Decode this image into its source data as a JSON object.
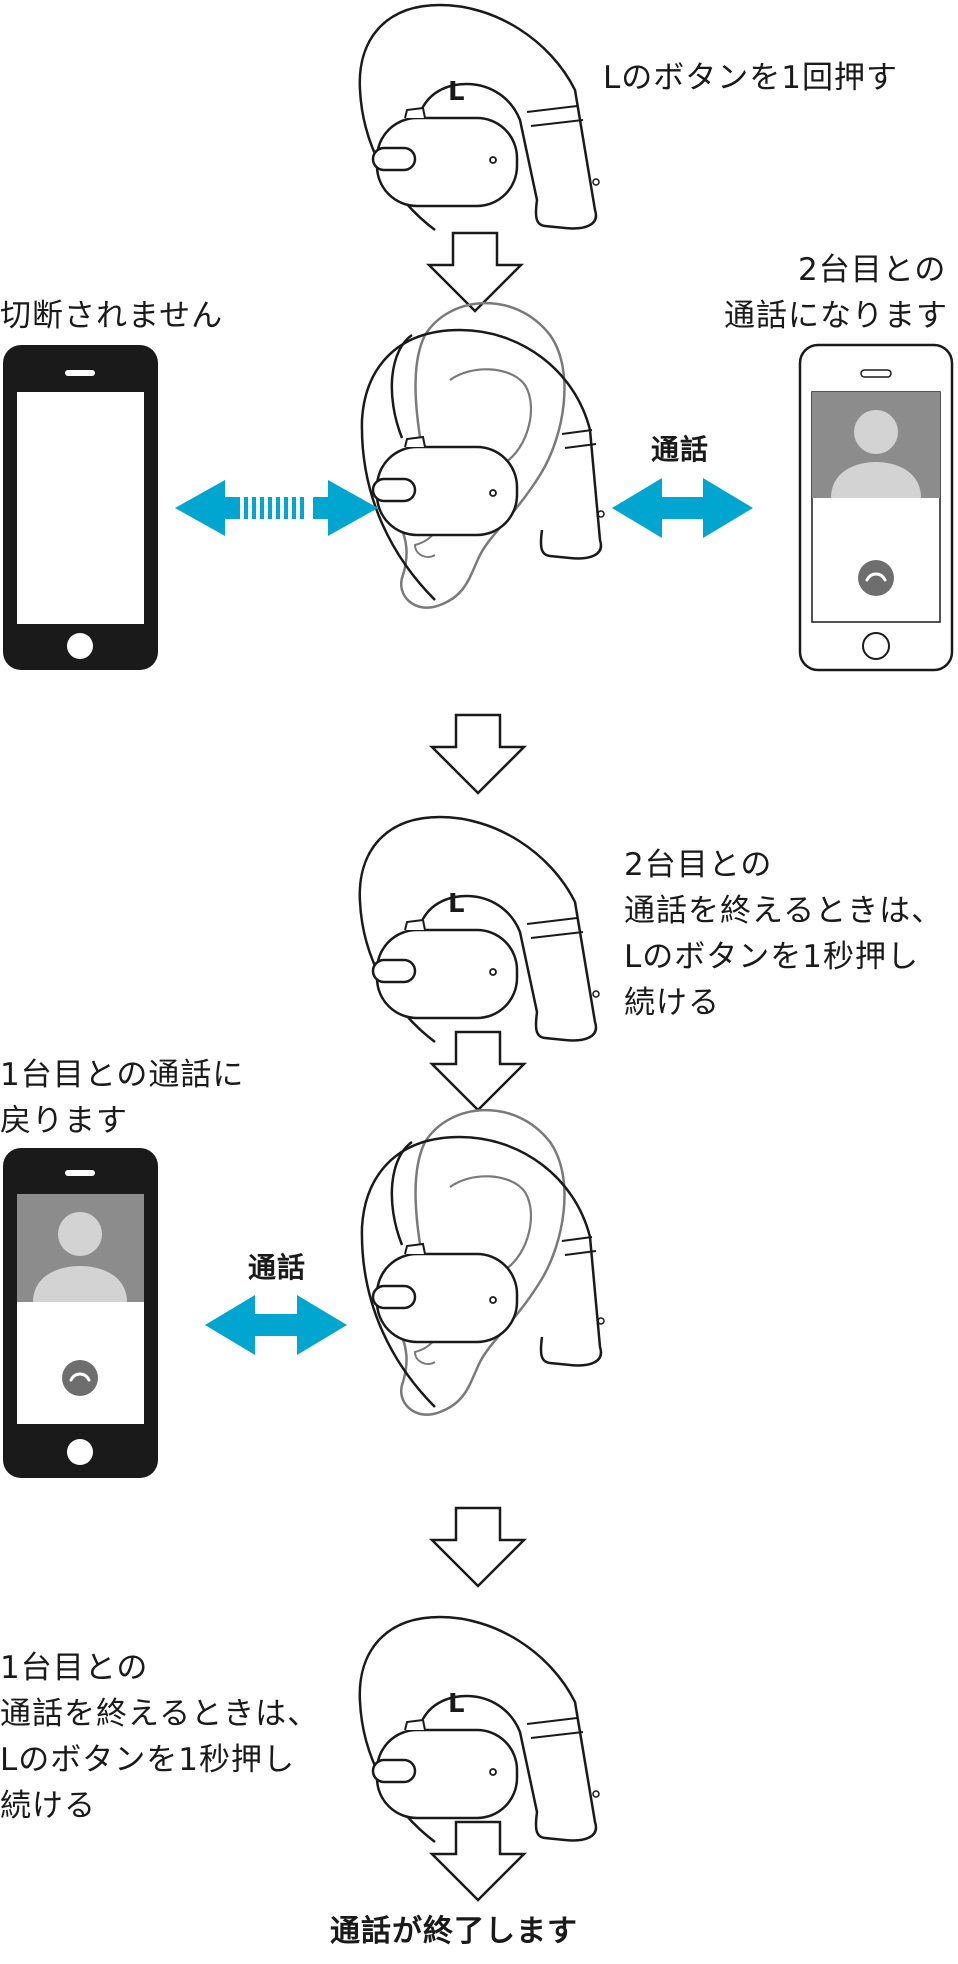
{
  "steps": {
    "press_once": "Lのボタンを1回押す",
    "not_disconnected": "切断されません",
    "second_call_line1": "2台目との",
    "second_call_line2": "通話になります",
    "call_label_1": "通話",
    "end_second_1": "2台目との",
    "end_second_2": "通話を終えるときは、",
    "end_second_3": "Lのボタンを1秒押し",
    "end_second_4": "続ける",
    "back_first_1": "1台目との通話に",
    "back_first_2": "戻ります",
    "call_label_2": "通話",
    "end_first_1": "1台目との",
    "end_first_2": "通話を終えるときは、",
    "end_first_3": "Lのボタンを1秒押し",
    "end_first_4": "続ける",
    "final": "通話が終了します"
  },
  "earbud_label": "L",
  "colors": {
    "accent": "#00a6cf",
    "line": "#1a1a1a",
    "ear": "#7a7a7a",
    "avatar_bg": "#8c8c8c",
    "avatar_fg": "#d3d3d3"
  },
  "icons": [
    "earbud-icon",
    "ear-icon",
    "smartphone-icon",
    "down-arrow-icon",
    "double-arrow-icon",
    "hang-up-icon",
    "avatar-icon"
  ]
}
